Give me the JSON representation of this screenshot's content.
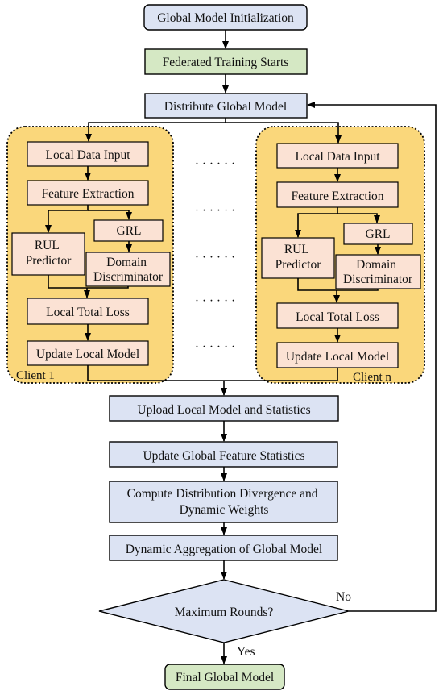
{
  "colors": {
    "node_blue": "#dce3f3",
    "node_green": "#d5e8c4",
    "node_peach": "#fbe2d4",
    "client_panel": "#fad77b",
    "decision_fill": "#dce3f3",
    "stroke": "#000000"
  },
  "top": {
    "init": "Global Model Initialization",
    "federated_start": "Federated Training Starts",
    "distribute": "Distribute Global Model"
  },
  "client_1": {
    "name": "Client 1",
    "data_input": "Local Data Input",
    "feature_extraction": "Feature Extraction",
    "rul_predictor": [
      "RUL",
      "Predictor"
    ],
    "grl": "GRL",
    "domain_discriminator": [
      "Domain",
      "Discriminator"
    ],
    "total_loss": "Local Total Loss",
    "update_local": "Update Local Model"
  },
  "client_n": {
    "name": "Client n",
    "data_input": "Local Data Input",
    "feature_extraction": "Feature Extraction",
    "rul_predictor": [
      "RUL",
      "Predictor"
    ],
    "grl": "GRL",
    "domain_discriminator": [
      "Domain",
      "Discriminator"
    ],
    "total_loss": "Local Total Loss",
    "update_local": "Update Local Model"
  },
  "ellipsis": "· · · · · ·",
  "server": {
    "upload": "Upload Local Model and Statistics",
    "update_stats": "Update Global Feature Statistics",
    "compute_divergence": [
      "Compute Distribution Divergence and",
      "Dynamic Weights"
    ],
    "aggregation": "Dynamic Aggregation of Global Model"
  },
  "decision": {
    "question": "Maximum Rounds?",
    "no_label": "No",
    "yes_label": "Yes"
  },
  "final": "Final Global Model"
}
